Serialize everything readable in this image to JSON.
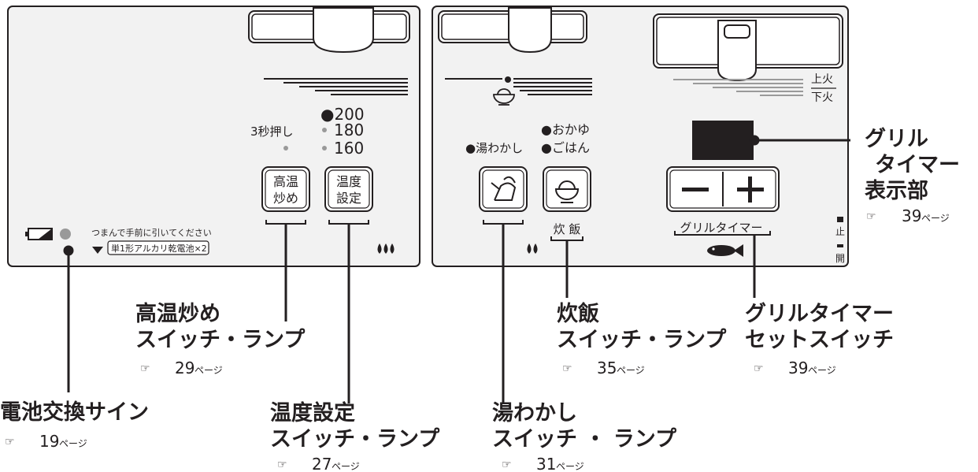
{
  "left_panel": {
    "temp_values": [
      "●200",
      "180",
      "160"
    ],
    "press3sec": "3秒押し",
    "btn_high_temp": [
      "高温",
      "炒め"
    ],
    "btn_temp_set": [
      "温度",
      "設定"
    ],
    "battery_instruction": "つまんで手前に引いてください",
    "battery_spec": "単1形アルカリ乾電池×2"
  },
  "right_panel": {
    "okayu": "●おかゆ",
    "gohan": "●ごはん",
    "yuwakashi_lamp": "●湯わかし",
    "rice_label": "炊 飯",
    "upper_fire": "上火",
    "lower_fire": "下火",
    "grill_timer_label": "グリルタイマー",
    "stop": "止",
    "open": "開"
  },
  "callouts": {
    "grill_display": {
      "lines": [
        "グリル",
        "タイマー",
        "表示部"
      ],
      "page": "39",
      "suffix": "ページ"
    },
    "high_temp": {
      "lines": [
        "高温炒め",
        "スイッチ・ランプ"
      ],
      "page": "29",
      "suffix": "ページ"
    },
    "rice": {
      "lines": [
        "炊飯",
        "スイッチ・ランプ"
      ],
      "page": "35",
      "suffix": "ページ"
    },
    "grill_set": {
      "lines": [
        "グリルタイマー",
        "セットスイッチ"
      ],
      "page": "39",
      "suffix": "ページ"
    },
    "battery": {
      "lines": [
        "電池交換サイン"
      ],
      "page": "19",
      "suffix": "ページ"
    },
    "temp_set": {
      "lines": [
        "温度設定",
        "スイッチ・ランプ"
      ],
      "page": "27",
      "suffix": "ページ"
    },
    "yuwakashi": {
      "lines": [
        "湯わかし",
        "スイッチ ・ ランプ"
      ],
      "page": "31",
      "suffix": "ページ"
    }
  },
  "colors": {
    "ink": "#231f20",
    "panel_bg": "#f2f2f2",
    "grey_line": "#9a9a9a"
  }
}
